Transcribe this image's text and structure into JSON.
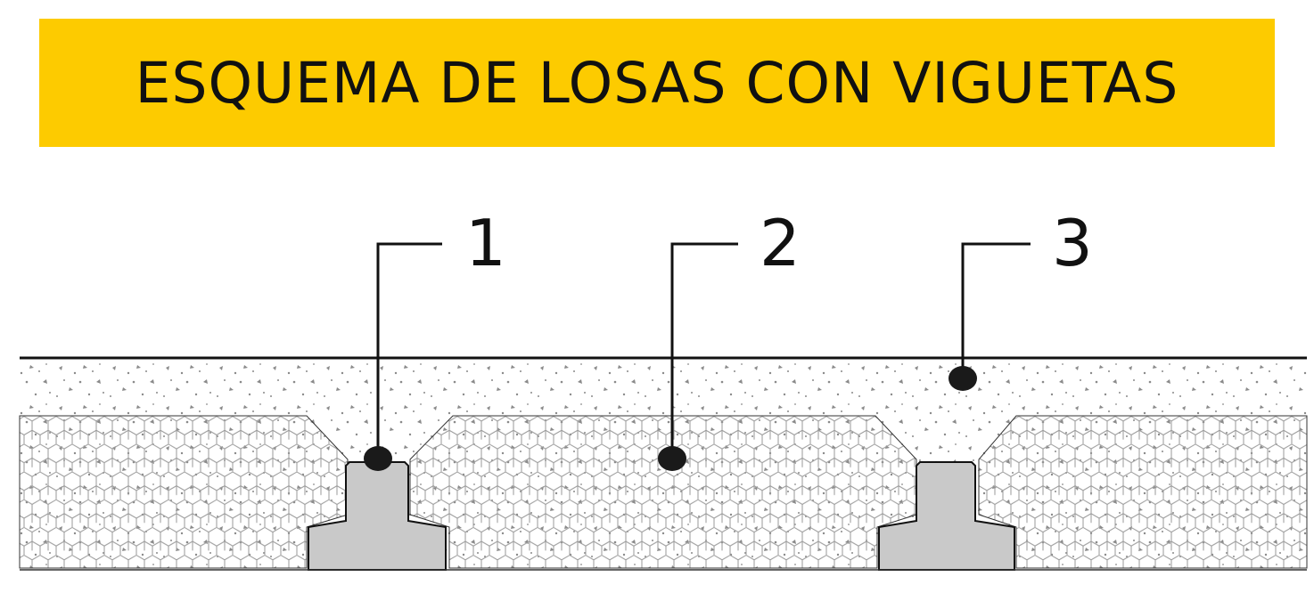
{
  "title": "ESQUEMA DE LOSAS CON VIGUETAS",
  "colors": {
    "banner": "#FDCB00",
    "title_text": "#111111",
    "line": "#111111",
    "joist_fill": "#C9C9C9",
    "concrete_speckle": "#8a8a8a",
    "hex_stroke": "#9a9a9a"
  },
  "materials": {
    "concrete_topping": "concrete-speckle-pattern",
    "infill_blocks": "hexagon-pattern",
    "joists": "solid-gray"
  },
  "callouts": [
    {
      "label": "1"
    },
    {
      "label": "2"
    },
    {
      "label": "3"
    }
  ]
}
